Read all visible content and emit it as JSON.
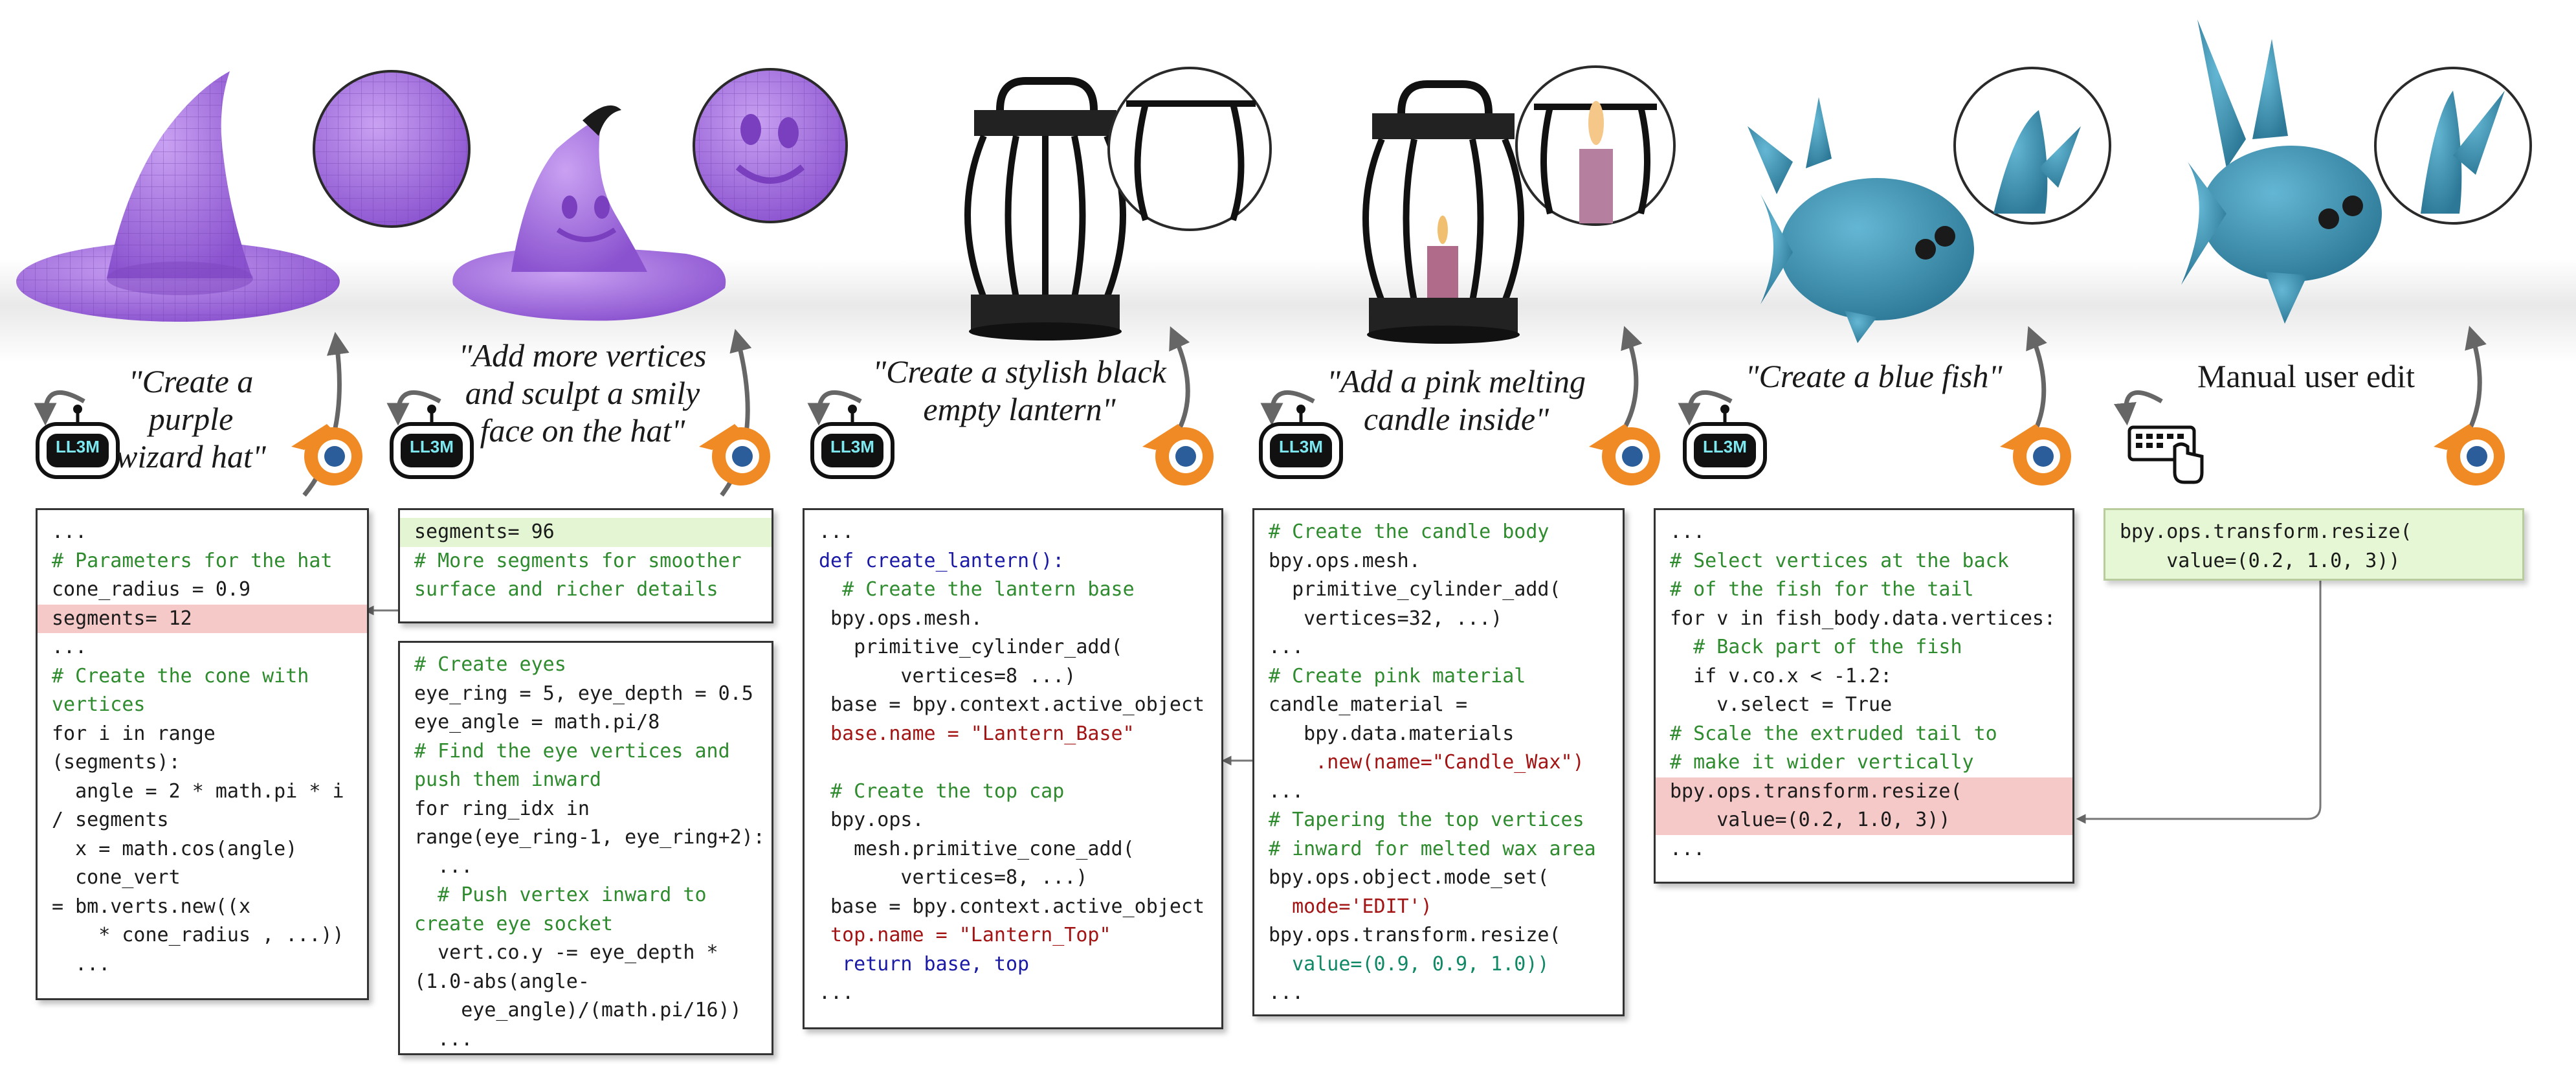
{
  "colors": {
    "purple": "#a772e0",
    "teal": "#3f95b5",
    "blender_orange": "#f08a24",
    "blender_blue": "#2b5d9a",
    "deleted_bg": "#f6c9c9",
    "added_bg": "#e3f5d2",
    "comment": "#2e8b2e",
    "keyword": "#1a1aa6"
  },
  "icons": {
    "agent": "robot-icon",
    "blender": "blender-logo-icon",
    "user": "keyboard-hand-icon"
  },
  "agent_label": "LL3M",
  "prompts": [
    {
      "lines": [
        "\"Create a purple",
        "wizard hat\""
      ]
    },
    {
      "lines": [
        "\"Add more vertices",
        "and sculpt a smily",
        "face on the hat\""
      ]
    },
    {
      "lines": [
        "\"Create a stylish black",
        "empty lantern\""
      ]
    },
    {
      "lines": [
        "\"Add a pink melting",
        "candle inside\""
      ]
    },
    {
      "lines": [
        "\"Create a blue fish\""
      ]
    },
    {
      "lines": [
        "Manual user edit"
      ]
    }
  ],
  "code": {
    "hat": [
      "...",
      "# Parameters for the hat",
      "cone_radius = 0.9",
      "segments= 12",
      "...",
      "# Create the cone with",
      "vertices",
      "for i in range",
      "(segments):",
      "  angle = 2 * math.pi * i",
      "/ segments",
      "  x = math.cos(angle)",
      "  cone_vert",
      "= bm.verts.new((x",
      "    * cone_radius , ...))",
      "  ..."
    ],
    "hat_edit": [
      "segments= 96",
      "# More segments for smoother",
      "surface and richer details"
    ],
    "face": [
      "# Create eyes",
      "eye_ring = 5, eye_depth = 0.5",
      "eye_angle = math.pi/8",
      "# Find the eye vertices and",
      "push them inward",
      "for ring_idx in",
      "range(eye_ring-1, eye_ring+2):",
      "  ...",
      "  # Push vertex inward to",
      "create eye socket",
      "  vert.co.y -= eye_depth *",
      "(1.0-abs(angle-",
      "    eye_angle)/(math.pi/16))",
      "  ..."
    ],
    "lantern": [
      "...",
      "def create_lantern():",
      "  # Create the lantern base",
      " bpy.ops.mesh.",
      "   primitive_cylinder_add(",
      "       vertices=8 ...)",
      " base = bpy.context.active_object",
      " base.name = \"Lantern_Base\"",
      "",
      " # Create the top cap",
      " bpy.ops.",
      "   mesh.primitive_cone_add(",
      "       vertices=8, ...)",
      " base = bpy.context.active_object",
      " top.name = \"Lantern_Top\"",
      "  return base, top",
      "..."
    ],
    "candle": [
      "# Create the candle body",
      "bpy.ops.mesh.",
      "  primitive_cylinder_add(",
      "   vertices=32, ...)",
      "...",
      "# Create pink material",
      "candle_material =",
      "   bpy.data.materials",
      "    .new(name=\"Candle_Wax\")",
      "...",
      "# Tapering the top vertices",
      "# inward for melted wax area",
      "bpy.ops.object.mode_set(",
      "  mode='EDIT')",
      "bpy.ops.transform.resize(",
      "  value=(0.9, 0.9, 1.0))",
      "..."
    ],
    "fish": [
      "...",
      "# Select vertices at the back",
      "# of the fish for the tail",
      "for v in fish_body.data.vertices:",
      "  # Back part of the fish",
      "  if v.co.x < -1.2:",
      "    v.select = True",
      "# Scale the extruded tail to",
      "# make it wider vertically",
      "bpy.ops.transform.resize(",
      "    value=(0.2, 1.0, 3))",
      "..."
    ],
    "manual": [
      "bpy.ops.transform.resize(",
      "    value=(0.2, 1.0, 3))"
    ]
  }
}
